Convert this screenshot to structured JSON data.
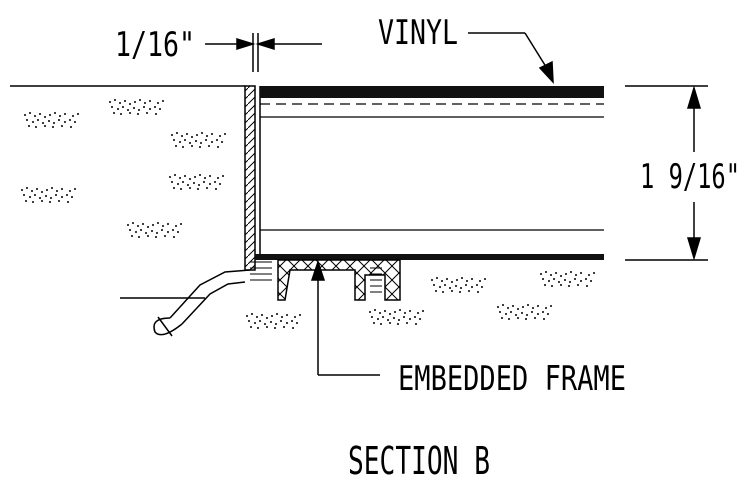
{
  "labels": {
    "top_gap": "1/16\"",
    "material": "VINYL",
    "thickness": "1 9/16\"",
    "frame": "EMBEDDED FRAME",
    "section": "SECTION B"
  }
}
